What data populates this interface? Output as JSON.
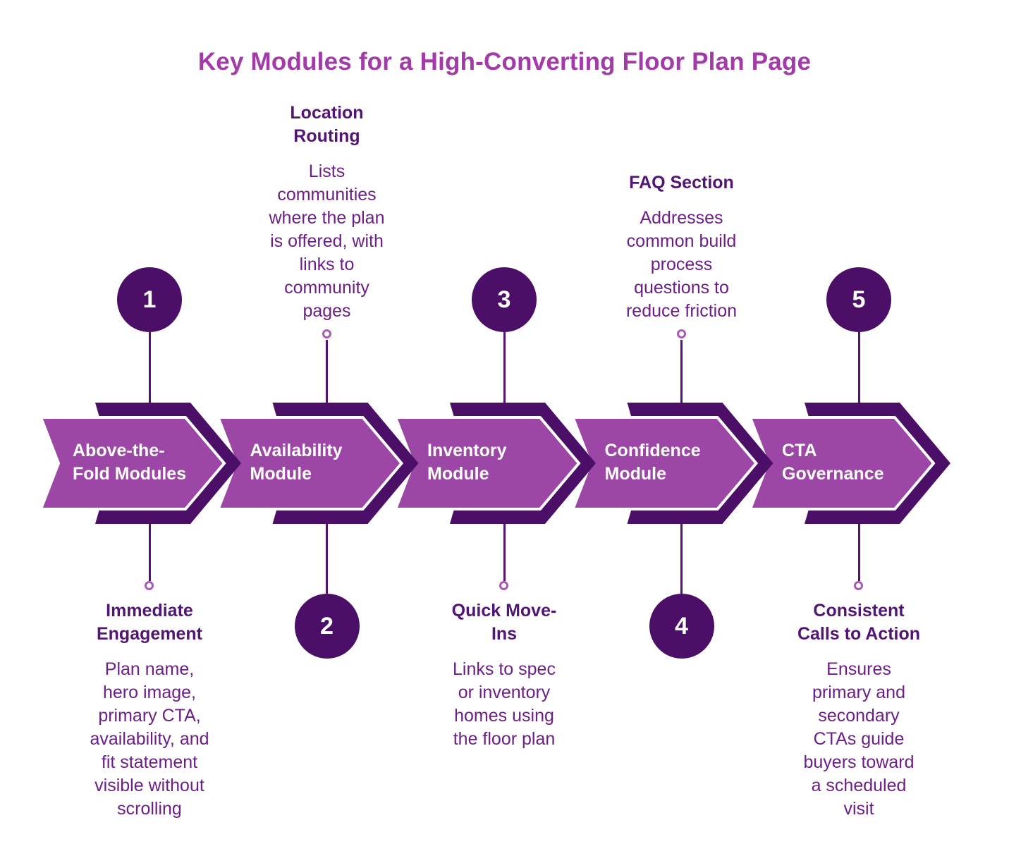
{
  "title": "Key Modules for a High-Converting Floor Plan Page",
  "colors": {
    "title": "#A23AA8",
    "arrow_fill": "#9C46A6",
    "arrow_dark": "#4C0F68",
    "heading_text": "#521573",
    "body_text": "#6C1F86",
    "connector": "#571373",
    "dot_stroke": "#A85BB5",
    "label_text": "#FFFFFF"
  },
  "modules": [
    {
      "number": "1",
      "label_lines": [
        "Above-the-",
        "Fold Modules"
      ],
      "text_position": "bottom",
      "heading_lines": [
        "Immediate",
        "Engagement"
      ],
      "body_lines": [
        "Plan name,",
        "hero image,",
        "primary CTA,",
        "availability, and",
        "fit statement",
        "visible without",
        "scrolling"
      ]
    },
    {
      "number": "2",
      "label_lines": [
        "Availability",
        "Module"
      ],
      "text_position": "top",
      "heading_lines": [
        "Location",
        "Routing"
      ],
      "body_lines": [
        "Lists",
        "communities",
        "where the plan",
        "is offered, with",
        "links to",
        "community",
        "pages"
      ]
    },
    {
      "number": "3",
      "label_lines": [
        "Inventory",
        "Module"
      ],
      "text_position": "bottom",
      "heading_lines": [
        "Quick Move-",
        "Ins"
      ],
      "body_lines": [
        "Links to spec",
        "or inventory",
        "homes using",
        "the floor plan"
      ]
    },
    {
      "number": "4",
      "label_lines": [
        "Confidence",
        "Module"
      ],
      "text_position": "top",
      "heading_lines": [
        "FAQ Section"
      ],
      "body_lines": [
        "Addresses",
        "common build",
        "process",
        "questions to",
        "reduce friction"
      ]
    },
    {
      "number": "5",
      "label_lines": [
        "CTA",
        "Governance"
      ],
      "text_position": "bottom",
      "heading_lines": [
        "Consistent",
        "Calls to Action"
      ],
      "body_lines": [
        "Ensures",
        "primary and",
        "secondary",
        "CTAs guide",
        "buyers toward",
        "a scheduled",
        "visit"
      ]
    }
  ]
}
